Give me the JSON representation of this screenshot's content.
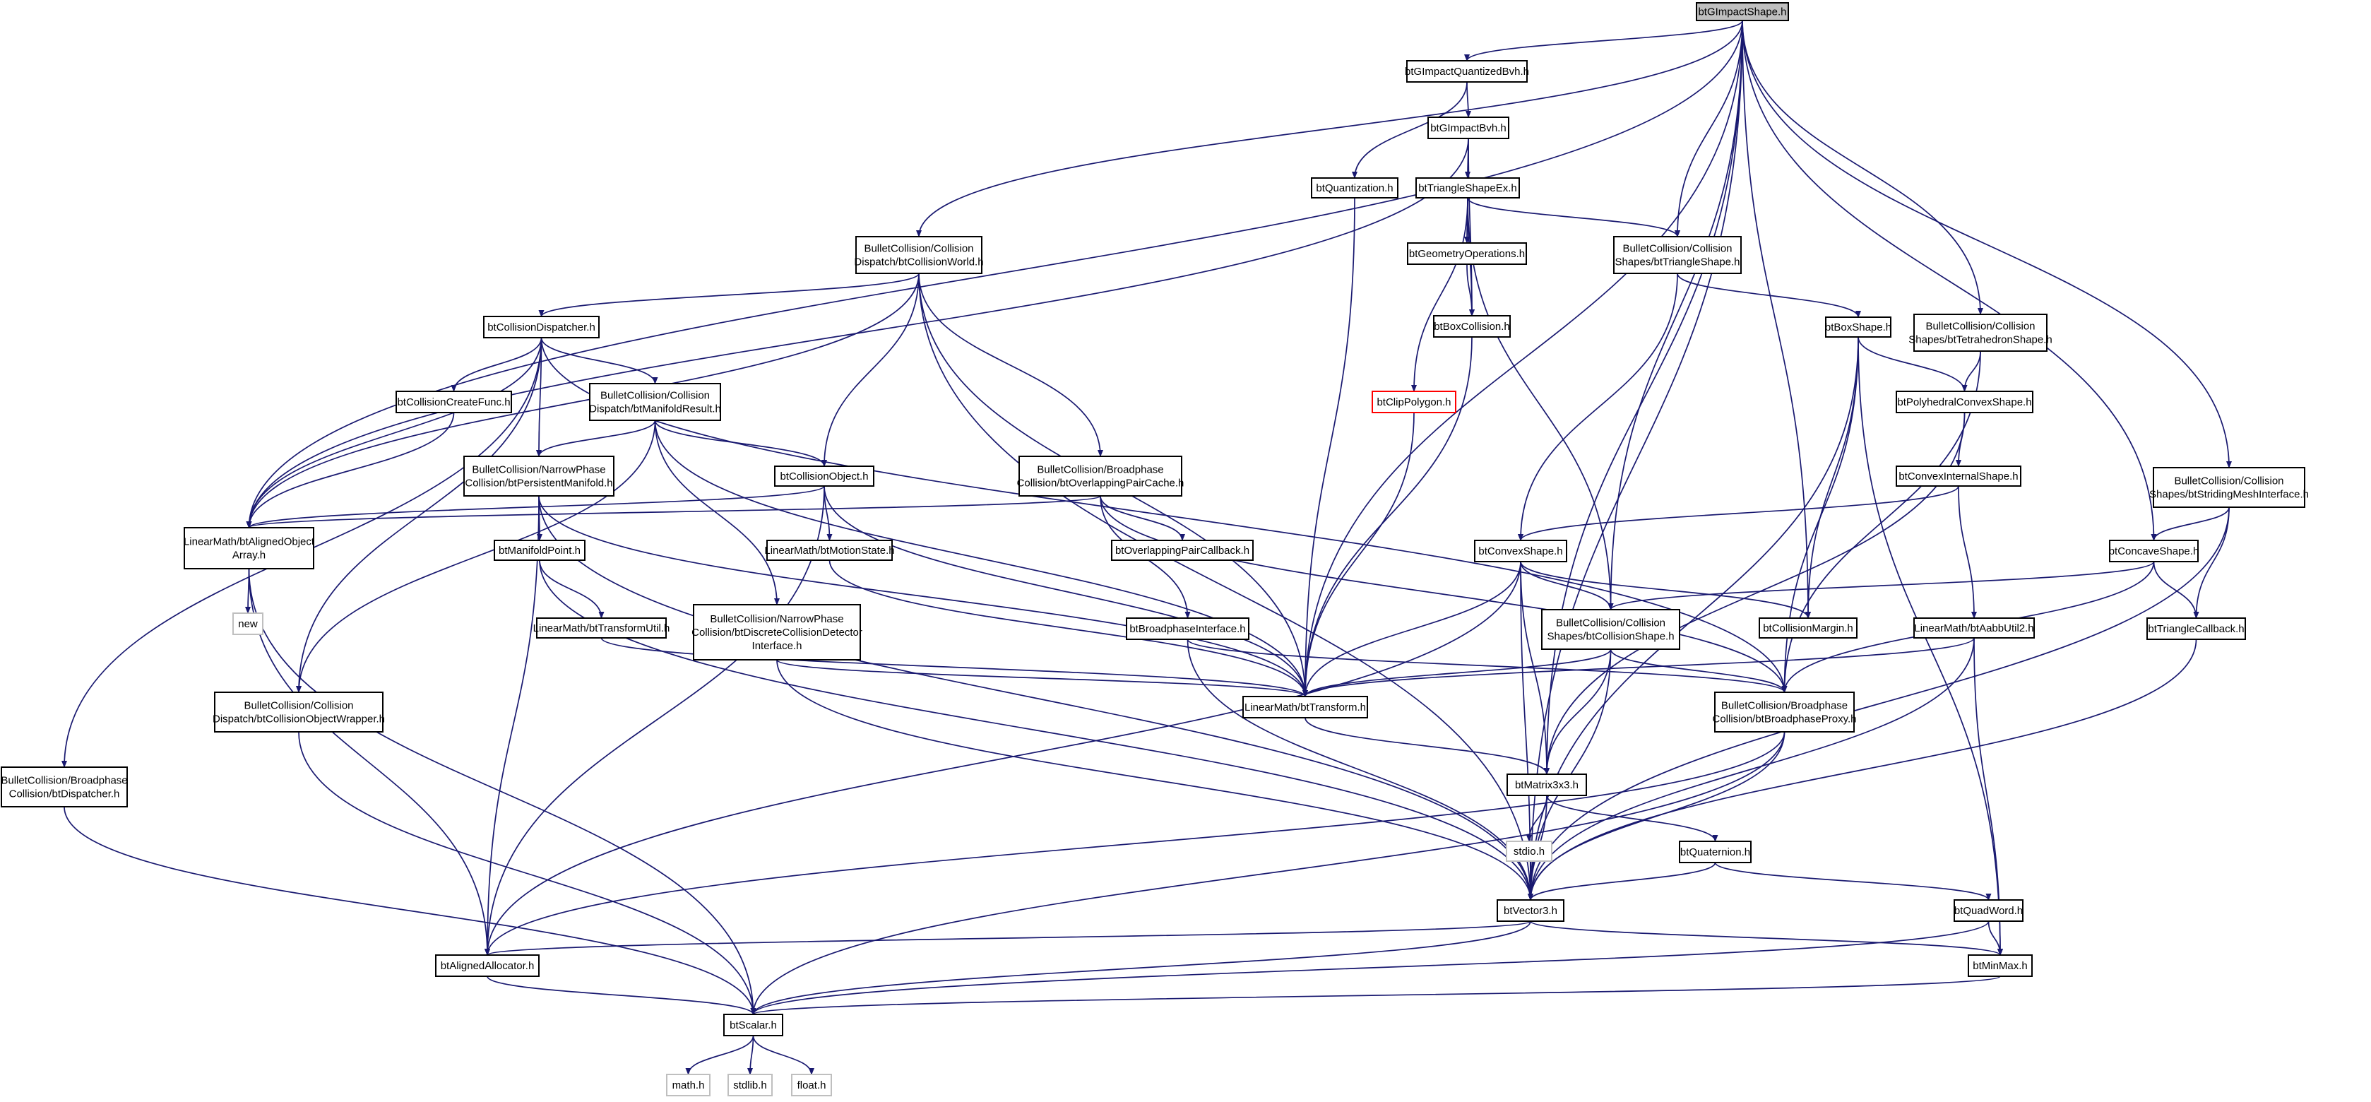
{
  "colors": {
    "edge": "#191970",
    "node_border": "#000000",
    "node_fill": "#ffffff",
    "root_fill": "#bfbfbf",
    "external_border": "#bfbfbf",
    "undocumented_border": "#ff0000"
  },
  "graph": {
    "root": "btGImpactShape.h",
    "nodes": [
      {
        "id": "gimpact_shape",
        "label": [
          "btGImpactShape.h"
        ],
        "style": "root"
      },
      {
        "id": "gimpact_qbvh",
        "label": [
          "btGImpactQuantizedBvh.h"
        ],
        "style": "normal"
      },
      {
        "id": "gimpact_bvh",
        "label": [
          "btGImpactBvh.h"
        ],
        "style": "normal"
      },
      {
        "id": "quantization",
        "label": [
          "btQuantization.h"
        ],
        "style": "normal"
      },
      {
        "id": "triangle_shape_ex",
        "label": [
          "btTriangleShapeEx.h"
        ],
        "style": "normal"
      },
      {
        "id": "collision_world",
        "label": [
          "BulletCollision/Collision",
          "Dispatch/btCollisionWorld.h"
        ],
        "style": "normal"
      },
      {
        "id": "triangle_shape",
        "label": [
          "BulletCollision/Collision",
          "Shapes/btTriangleShape.h"
        ],
        "style": "normal"
      },
      {
        "id": "geometry_operations",
        "label": [
          "btGeometryOperations.h"
        ],
        "style": "normal"
      },
      {
        "id": "collision_dispatcher",
        "label": [
          "btCollisionDispatcher.h"
        ],
        "style": "normal"
      },
      {
        "id": "box_collision",
        "label": [
          "btBoxCollision.h"
        ],
        "style": "normal"
      },
      {
        "id": "box_shape",
        "label": [
          "btBoxShape.h"
        ],
        "style": "normal"
      },
      {
        "id": "tetrahedron_shape",
        "label": [
          "BulletCollision/Collision",
          "Shapes/btTetrahedronShape.h"
        ],
        "style": "normal"
      },
      {
        "id": "collision_create_func",
        "label": [
          "btCollisionCreateFunc.h"
        ],
        "style": "normal"
      },
      {
        "id": "manifold_result",
        "label": [
          "BulletCollision/Collision",
          "Dispatch/btManifoldResult.h"
        ],
        "style": "normal"
      },
      {
        "id": "clip_polygon",
        "label": [
          "btClipPolygon.h"
        ],
        "style": "undocumented"
      },
      {
        "id": "polyhedral_convex_shape",
        "label": [
          "btPolyhedralConvexShape.h"
        ],
        "style": "normal"
      },
      {
        "id": "persistent_manifold",
        "label": [
          "BulletCollision/NarrowPhase",
          "Collision/btPersistentManifold.h"
        ],
        "style": "normal"
      },
      {
        "id": "collision_object",
        "label": [
          "btCollisionObject.h"
        ],
        "style": "normal"
      },
      {
        "id": "overlapping_pair_cache",
        "label": [
          "BulletCollision/Broadphase",
          "Collision/btOverlappingPairCache.h"
        ],
        "style": "normal"
      },
      {
        "id": "convex_internal_shape",
        "label": [
          "btConvexInternalShape.h"
        ],
        "style": "normal"
      },
      {
        "id": "striding_mesh_interface",
        "label": [
          "BulletCollision/Collision",
          "Shapes/btStridingMeshInterface.h"
        ],
        "style": "normal"
      },
      {
        "id": "aligned_object_array",
        "label": [
          "LinearMath/btAlignedObject",
          "Array.h"
        ],
        "style": "normal"
      },
      {
        "id": "manifold_point",
        "label": [
          "btManifoldPoint.h"
        ],
        "style": "normal"
      },
      {
        "id": "motion_state",
        "label": [
          "LinearMath/btMotionState.h"
        ],
        "style": "normal"
      },
      {
        "id": "overlapping_pair_callback",
        "label": [
          "btOverlappingPairCallback.h"
        ],
        "style": "normal"
      },
      {
        "id": "convex_shape",
        "label": [
          "btConvexShape.h"
        ],
        "style": "normal"
      },
      {
        "id": "concave_shape",
        "label": [
          "btConcaveShape.h"
        ],
        "style": "normal"
      },
      {
        "id": "new_hdr",
        "label": [
          "new"
        ],
        "style": "external"
      },
      {
        "id": "transform_util",
        "label": [
          "LinearMath/btTransformUtil.h"
        ],
        "style": "normal"
      },
      {
        "id": "discrete_detector",
        "label": [
          "BulletCollision/NarrowPhase",
          "Collision/btDiscreteCollisionDetector",
          "Interface.h"
        ],
        "style": "normal"
      },
      {
        "id": "broadphase_interface",
        "label": [
          "btBroadphaseInterface.h"
        ],
        "style": "normal"
      },
      {
        "id": "collision_shape",
        "label": [
          "BulletCollision/Collision",
          "Shapes/btCollisionShape.h"
        ],
        "style": "normal"
      },
      {
        "id": "collision_margin",
        "label": [
          "btCollisionMargin.h"
        ],
        "style": "normal"
      },
      {
        "id": "aabb_util2",
        "label": [
          "LinearMath/btAabbUtil2.h"
        ],
        "style": "normal"
      },
      {
        "id": "triangle_callback",
        "label": [
          "btTriangleCallback.h"
        ],
        "style": "normal"
      },
      {
        "id": "collision_object_wrapper",
        "label": [
          "BulletCollision/Collision",
          "Dispatch/btCollisionObjectWrapper.h"
        ],
        "style": "normal"
      },
      {
        "id": "transform",
        "label": [
          "LinearMath/btTransform.h"
        ],
        "style": "normal"
      },
      {
        "id": "broadphase_proxy",
        "label": [
          "BulletCollision/Broadphase",
          "Collision/btBroadphaseProxy.h"
        ],
        "style": "normal"
      },
      {
        "id": "dispatcher",
        "label": [
          "BulletCollision/Broadphase",
          "Collision/btDispatcher.h"
        ],
        "style": "normal"
      },
      {
        "id": "matrix3x3",
        "label": [
          "btMatrix3x3.h"
        ],
        "style": "normal"
      },
      {
        "id": "stdio_hdr",
        "label": [
          "stdio.h"
        ],
        "style": "external"
      },
      {
        "id": "quaternion",
        "label": [
          "btQuaternion.h"
        ],
        "style": "normal"
      },
      {
        "id": "vector3",
        "label": [
          "btVector3.h"
        ],
        "style": "normal"
      },
      {
        "id": "quad_word",
        "label": [
          "btQuadWord.h"
        ],
        "style": "normal"
      },
      {
        "id": "aligned_allocator",
        "label": [
          "btAlignedAllocator.h"
        ],
        "style": "normal"
      },
      {
        "id": "min_max",
        "label": [
          "btMinMax.h"
        ],
        "style": "normal"
      },
      {
        "id": "scalar",
        "label": [
          "btScalar.h"
        ],
        "style": "normal"
      },
      {
        "id": "math_hdr",
        "label": [
          "math.h"
        ],
        "style": "external"
      },
      {
        "id": "stdlib_hdr",
        "label": [
          "stdlib.h"
        ],
        "style": "external"
      },
      {
        "id": "float_hdr",
        "label": [
          "float.h"
        ],
        "style": "external"
      }
    ],
    "edges": [
      [
        "gimpact_shape",
        "gimpact_qbvh"
      ],
      [
        "gimpact_shape",
        "aligned_object_array"
      ],
      [
        "gimpact_shape",
        "collision_world"
      ],
      [
        "gimpact_shape",
        "transform"
      ],
      [
        "gimpact_shape",
        "matrix3x3"
      ],
      [
        "gimpact_shape",
        "triangle_shape"
      ],
      [
        "gimpact_shape",
        "collision_shape"
      ],
      [
        "gimpact_shape",
        "collision_margin"
      ],
      [
        "gimpact_shape",
        "tetrahedron_shape"
      ],
      [
        "gimpact_shape",
        "concave_shape"
      ],
      [
        "gimpact_shape",
        "striding_mesh_interface"
      ],
      [
        "gimpact_shape",
        "vector3"
      ],
      [
        "gimpact_qbvh",
        "gimpact_bvh"
      ],
      [
        "gimpact_qbvh",
        "quantization"
      ],
      [
        "gimpact_bvh",
        "aligned_object_array"
      ],
      [
        "gimpact_bvh",
        "triangle_shape_ex"
      ],
      [
        "gimpact_bvh",
        "box_collision"
      ],
      [
        "quantization",
        "transform"
      ],
      [
        "triangle_shape_ex",
        "geometry_operations"
      ],
      [
        "triangle_shape_ex",
        "box_collision"
      ],
      [
        "triangle_shape_ex",
        "clip_polygon"
      ],
      [
        "triangle_shape_ex",
        "triangle_shape"
      ],
      [
        "triangle_shape_ex",
        "collision_shape"
      ],
      [
        "geometry_operations",
        "box_collision"
      ],
      [
        "box_collision",
        "transform"
      ],
      [
        "clip_polygon",
        "transform"
      ],
      [
        "collision_world",
        "collision_dispatcher"
      ],
      [
        "collision_world",
        "aligned_object_array"
      ],
      [
        "collision_world",
        "collision_object"
      ],
      [
        "collision_world",
        "overlapping_pair_cache"
      ],
      [
        "collision_world",
        "transform"
      ],
      [
        "collision_world",
        "vector3"
      ],
      [
        "collision_dispatcher",
        "collision_create_func"
      ],
      [
        "collision_dispatcher",
        "manifold_result"
      ],
      [
        "collision_dispatcher",
        "persistent_manifold"
      ],
      [
        "collision_dispatcher",
        "aligned_object_array"
      ],
      [
        "collision_dispatcher",
        "dispatcher"
      ],
      [
        "collision_dispatcher",
        "broadphase_proxy"
      ],
      [
        "collision_dispatcher",
        "collision_object_wrapper"
      ],
      [
        "collision_create_func",
        "aligned_object_array"
      ],
      [
        "manifold_result",
        "persistent_manifold"
      ],
      [
        "manifold_result",
        "collision_object"
      ],
      [
        "manifold_result",
        "discrete_detector"
      ],
      [
        "manifold_result",
        "transform"
      ],
      [
        "manifold_result",
        "collision_object_wrapper"
      ],
      [
        "persistent_manifold",
        "manifold_point"
      ],
      [
        "persistent_manifold",
        "aligned_allocator"
      ],
      [
        "persistent_manifold",
        "transform"
      ],
      [
        "persistent_manifold",
        "vector3"
      ],
      [
        "manifold_point",
        "transform_util"
      ],
      [
        "manifold_point",
        "vector3"
      ],
      [
        "transform_util",
        "transform"
      ],
      [
        "collision_object",
        "motion_state"
      ],
      [
        "collision_object",
        "aligned_object_array"
      ],
      [
        "collision_object",
        "aligned_allocator"
      ],
      [
        "collision_object",
        "transform"
      ],
      [
        "motion_state",
        "transform"
      ],
      [
        "discrete_detector",
        "transform"
      ],
      [
        "discrete_detector",
        "vector3"
      ],
      [
        "overlapping_pair_cache",
        "overlapping_pair_callback"
      ],
      [
        "overlapping_pair_cache",
        "broadphase_interface"
      ],
      [
        "overlapping_pair_cache",
        "aligned_object_array"
      ],
      [
        "overlapping_pair_cache",
        "broadphase_proxy"
      ],
      [
        "broadphase_interface",
        "broadphase_proxy"
      ],
      [
        "broadphase_interface",
        "vector3"
      ],
      [
        "triangle_shape",
        "convex_shape"
      ],
      [
        "triangle_shape",
        "box_shape"
      ],
      [
        "box_shape",
        "polyhedral_convex_shape"
      ],
      [
        "box_shape",
        "collision_margin"
      ],
      [
        "box_shape",
        "broadphase_proxy"
      ],
      [
        "box_shape",
        "vector3"
      ],
      [
        "box_shape",
        "min_max"
      ],
      [
        "polyhedral_convex_shape",
        "convex_internal_shape"
      ],
      [
        "polyhedral_convex_shape",
        "matrix3x3"
      ],
      [
        "convex_internal_shape",
        "convex_shape"
      ],
      [
        "convex_internal_shape",
        "aabb_util2"
      ],
      [
        "tetrahedron_shape",
        "polyhedral_convex_shape"
      ],
      [
        "tetrahedron_shape",
        "broadphase_proxy"
      ],
      [
        "convex_shape",
        "collision_shape"
      ],
      [
        "convex_shape",
        "transform"
      ],
      [
        "convex_shape",
        "matrix3x3"
      ],
      [
        "convex_shape",
        "vector3"
      ],
      [
        "convex_shape",
        "collision_margin"
      ],
      [
        "convex_shape",
        "aligned_allocator"
      ],
      [
        "collision_shape",
        "transform"
      ],
      [
        "collision_shape",
        "vector3"
      ],
      [
        "collision_shape",
        "matrix3x3"
      ],
      [
        "collision_shape",
        "broadphase_proxy"
      ],
      [
        "striding_mesh_interface",
        "concave_shape"
      ],
      [
        "striding_mesh_interface",
        "triangle_callback"
      ],
      [
        "striding_mesh_interface",
        "vector3"
      ],
      [
        "concave_shape",
        "collision_shape"
      ],
      [
        "concave_shape",
        "broadphase_proxy"
      ],
      [
        "concave_shape",
        "triangle_callback"
      ],
      [
        "triangle_callback",
        "vector3"
      ],
      [
        "aabb_util2",
        "transform"
      ],
      [
        "aabb_util2",
        "vector3"
      ],
      [
        "aabb_util2",
        "min_max"
      ],
      [
        "aligned_object_array",
        "new_hdr"
      ],
      [
        "aligned_object_array",
        "aligned_allocator"
      ],
      [
        "aligned_object_array",
        "scalar"
      ],
      [
        "collision_object_wrapper",
        "scalar"
      ],
      [
        "dispatcher",
        "scalar"
      ],
      [
        "transform",
        "matrix3x3"
      ],
      [
        "broadphase_proxy",
        "vector3"
      ],
      [
        "broadphase_proxy",
        "aligned_allocator"
      ],
      [
        "broadphase_proxy",
        "scalar"
      ],
      [
        "matrix3x3",
        "stdio_hdr"
      ],
      [
        "matrix3x3",
        "quaternion"
      ],
      [
        "matrix3x3",
        "vector3"
      ],
      [
        "quaternion",
        "quad_word"
      ],
      [
        "quaternion",
        "vector3"
      ],
      [
        "quad_word",
        "min_max"
      ],
      [
        "quad_word",
        "scalar"
      ],
      [
        "vector3",
        "aligned_allocator"
      ],
      [
        "vector3",
        "min_max"
      ],
      [
        "vector3",
        "scalar"
      ],
      [
        "aligned_allocator",
        "scalar"
      ],
      [
        "min_max",
        "scalar"
      ],
      [
        "scalar",
        "math_hdr"
      ],
      [
        "scalar",
        "stdlib_hdr"
      ],
      [
        "scalar",
        "float_hdr"
      ]
    ]
  }
}
